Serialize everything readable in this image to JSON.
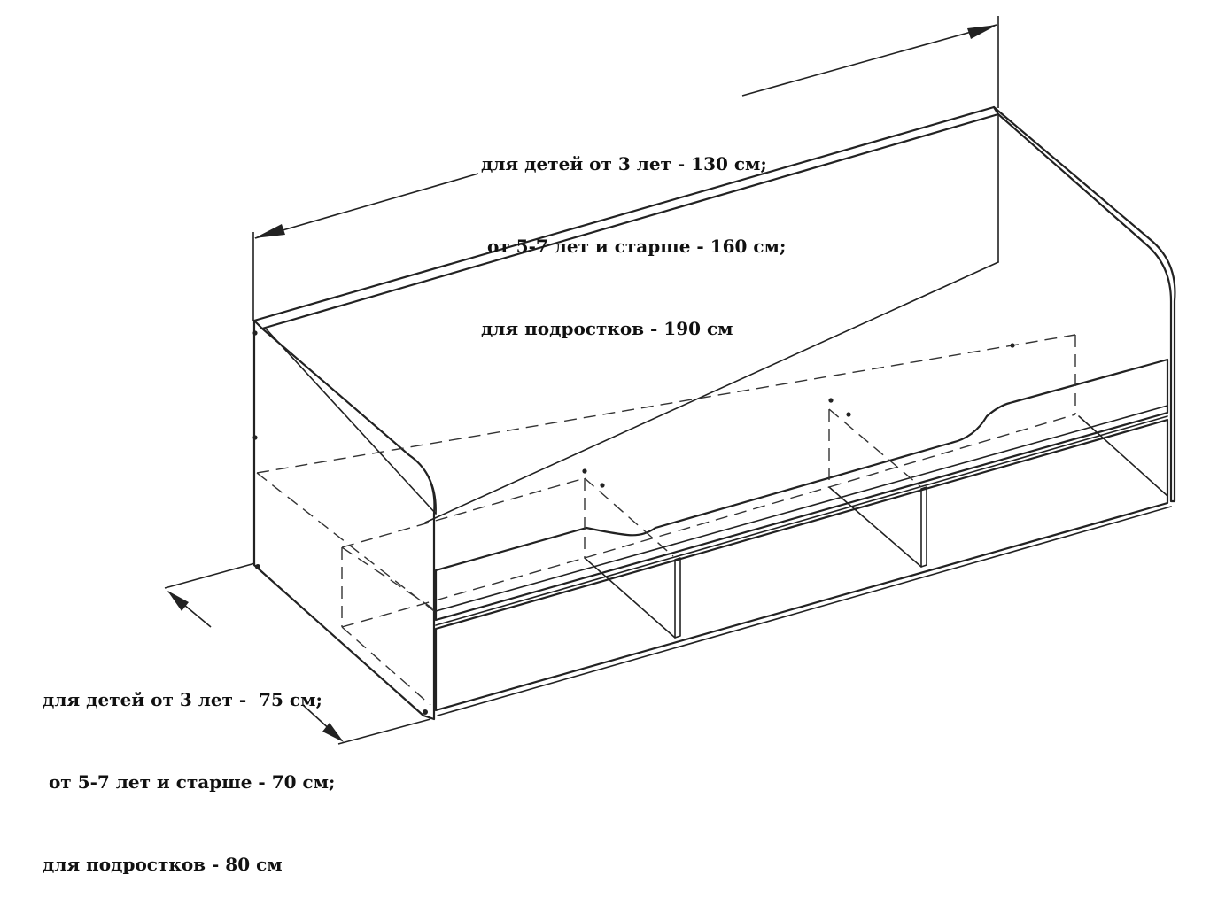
{
  "dimensions": {
    "length": {
      "lines": [
        "для детей от 3 лет - 130 см;",
        " от 5-7 лет и старше - 160 см;",
        "для подростков - 190 см"
      ]
    },
    "width": {
      "lines": [
        "для детей от 3 лет -  75 см;",
        " от 5-7 лет и старше - 70 см;",
        "для подростков - 80 см"
      ]
    }
  },
  "colors": {
    "line": "#222222",
    "background": "#ffffff"
  }
}
